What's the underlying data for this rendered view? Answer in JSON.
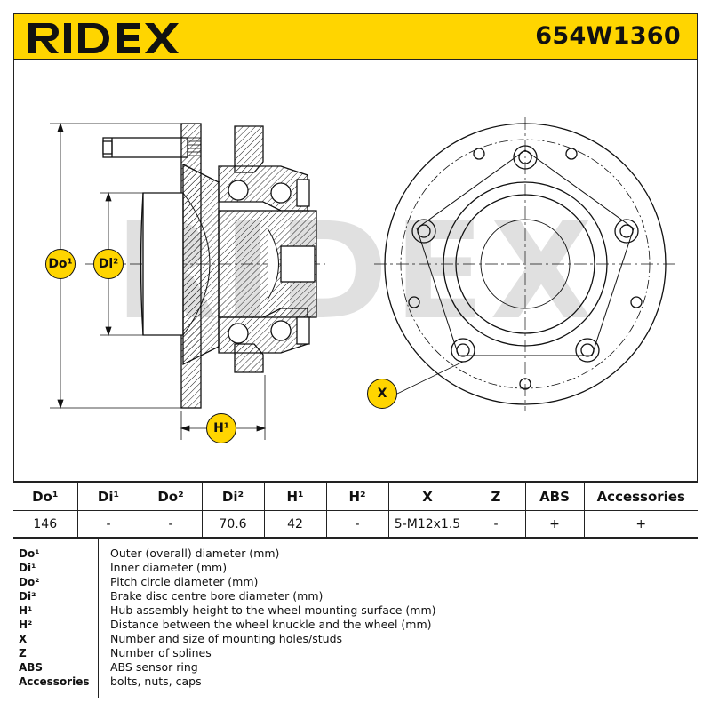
{
  "header": {
    "brand": "RIDEX",
    "part_number": "654W1360",
    "brand_color": "#ffd500"
  },
  "watermark": "RIDEX",
  "drawing": {
    "callouts": {
      "do1": "Do¹",
      "di2": "Di²",
      "h1": "H¹",
      "x": "X"
    }
  },
  "table": {
    "headers": [
      "Do¹",
      "Di¹",
      "Do²",
      "Di²",
      "H¹",
      "H²",
      "X",
      "Z",
      "ABS",
      "Accessories"
    ],
    "values": [
      "146",
      "-",
      "-",
      "70.6",
      "42",
      "-",
      "5-M12x1.5",
      "-",
      "+",
      "+"
    ]
  },
  "legend": [
    {
      "key": "Do¹",
      "desc": "Outer (overall) diameter (mm)"
    },
    {
      "key": "Di¹",
      "desc": "Inner diameter (mm)"
    },
    {
      "key": "Do²",
      "desc": "Pitch circle diameter (mm)"
    },
    {
      "key": "Di²",
      "desc": "Brake disc centre bore diameter (mm)"
    },
    {
      "key": "H¹",
      "desc": "Hub assembly height to the wheel mounting surface (mm)"
    },
    {
      "key": "H²",
      "desc": "Distance between the wheel knuckle and the wheel (mm)"
    },
    {
      "key": "X",
      "desc": "Number and size of mounting holes/studs"
    },
    {
      "key": "Z",
      "desc": "Number of splines"
    },
    {
      "key": "ABS",
      "desc": "ABS sensor ring"
    },
    {
      "key": "Accessories",
      "desc": "bolts, nuts, caps"
    }
  ]
}
